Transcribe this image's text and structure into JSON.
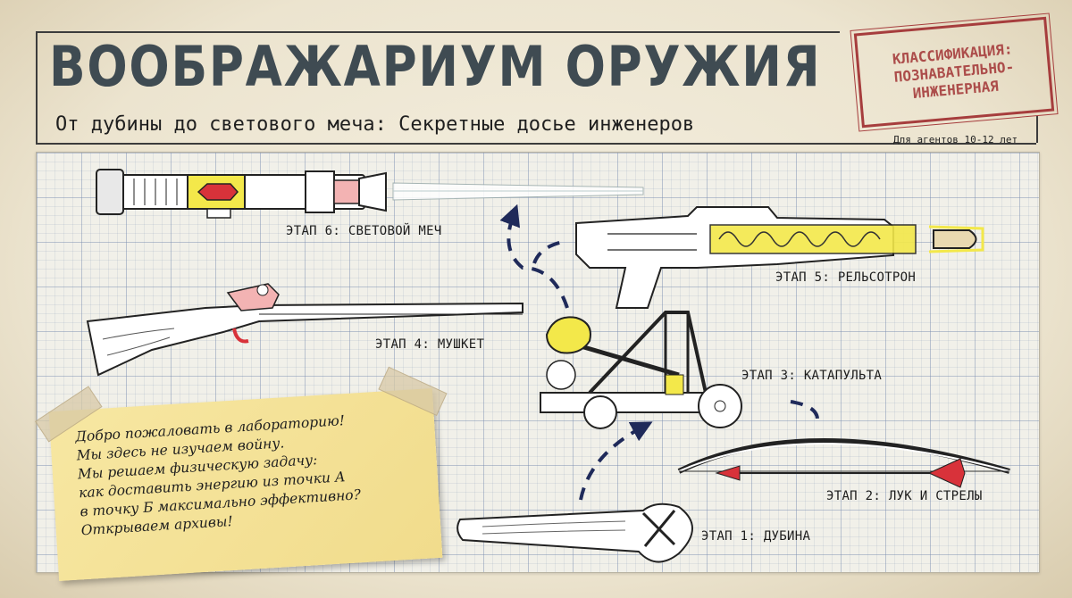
{
  "header": {
    "title": "ВООБРАЖАРИУМ ОРУЖИЯ",
    "subtitle": "От дубины до светового меча: Секретные досье инженеров",
    "audience": "Для агентов 10-12 лет"
  },
  "stamp": {
    "text": "КЛАССИФИКАЦИЯ: ПОЗНАВАТЕЛЬНО-ИНЖЕНЕРНАЯ",
    "color": "#a63d3d"
  },
  "stages": {
    "stage1": "ЭТАП 1: ДУБИНА",
    "stage2": "ЭТАП 2: ЛУК И СТРЕЛЫ",
    "stage3": "ЭТАП 3: КАТАПУЛЬТА",
    "stage4": "ЭТАП 4: МУШКЕТ",
    "stage5": "ЭТАП 5: РЕЛЬСОТРОН",
    "stage6": "ЭТАП 6: СВЕТОВОЙ МЕЧ"
  },
  "note": {
    "lines": [
      "Добро пожаловать в лабораторию!",
      "Мы здесь не изучаем войну.",
      "Мы решаем физическую задачу:",
      "как доставить энергию из точки А",
      "в точку Б максимально эффективно?",
      "Открываем архивы!"
    ]
  },
  "colors": {
    "title": "#3f4b52",
    "ink": "#1c1c1c",
    "arrow": "#1f2a5a",
    "highlight_yellow": "#f3e84a",
    "accent_red": "#d8323a",
    "note_paper": "#f3df91"
  }
}
